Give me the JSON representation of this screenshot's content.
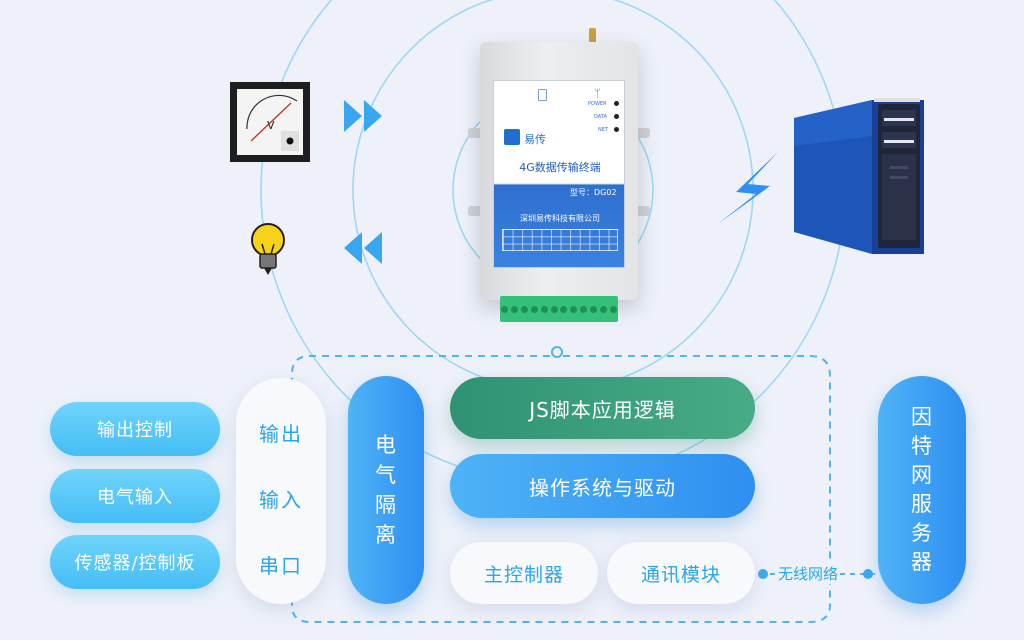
{
  "left_items": [
    "输出控制",
    "电气输入",
    "传感器/控制板"
  ],
  "io_items": [
    "输出",
    "输入",
    "串口"
  ],
  "isolation": [
    "电",
    "气",
    "隔",
    "离"
  ],
  "js_logic": "JS脚本应用逻辑",
  "os_driver": "操作系统与驱动",
  "main_controller": "主控制器",
  "comm_module": "通讯模块",
  "wireless": "无线网络",
  "server": [
    "因",
    "特",
    "网",
    "服",
    "务",
    "器"
  ],
  "device": {
    "brand": "易传",
    "title": "4G数据传输终端",
    "model": "型号：DG02",
    "company": "深圳易传科技有限公司",
    "leds": [
      "POWER",
      "DATA",
      "NET"
    ]
  },
  "colors": {
    "accent": "#45bdf5",
    "green": "#3a9f7c",
    "blue": "#2e8ff0",
    "text_blue": "#29a6ec",
    "background": "#eef1f9"
  }
}
